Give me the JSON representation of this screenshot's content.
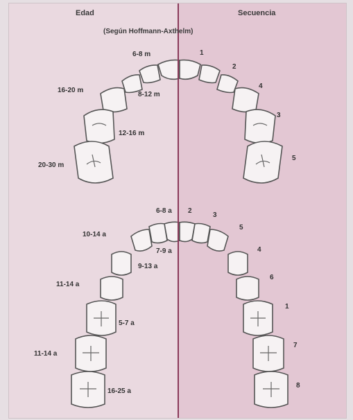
{
  "headers": {
    "left": "Edad",
    "right": "Secuencia",
    "subtitle": "(Según Hoffmann-Axthelm)"
  },
  "upper_arch": {
    "ages": [
      "6-8 m",
      "8-12 m",
      "16-20 m",
      "12-16 m",
      "20-30 m"
    ],
    "sequence": [
      "1",
      "2",
      "4",
      "3",
      "5"
    ]
  },
  "lower_arch": {
    "ages": [
      "6-8 a",
      "10-14 a",
      "7-9 a",
      "9-13 a",
      "11-14 a",
      "5-7 a",
      "11-14 a",
      "16-25 a"
    ],
    "sequence": [
      "2",
      "3",
      "5",
      "4",
      "6",
      "1",
      "7",
      "8"
    ]
  },
  "colors": {
    "left_bg": "#ead9e0",
    "right_bg": "#e3c7d3",
    "divider": "#8a3a5a",
    "tooth_outline": "#555555"
  }
}
